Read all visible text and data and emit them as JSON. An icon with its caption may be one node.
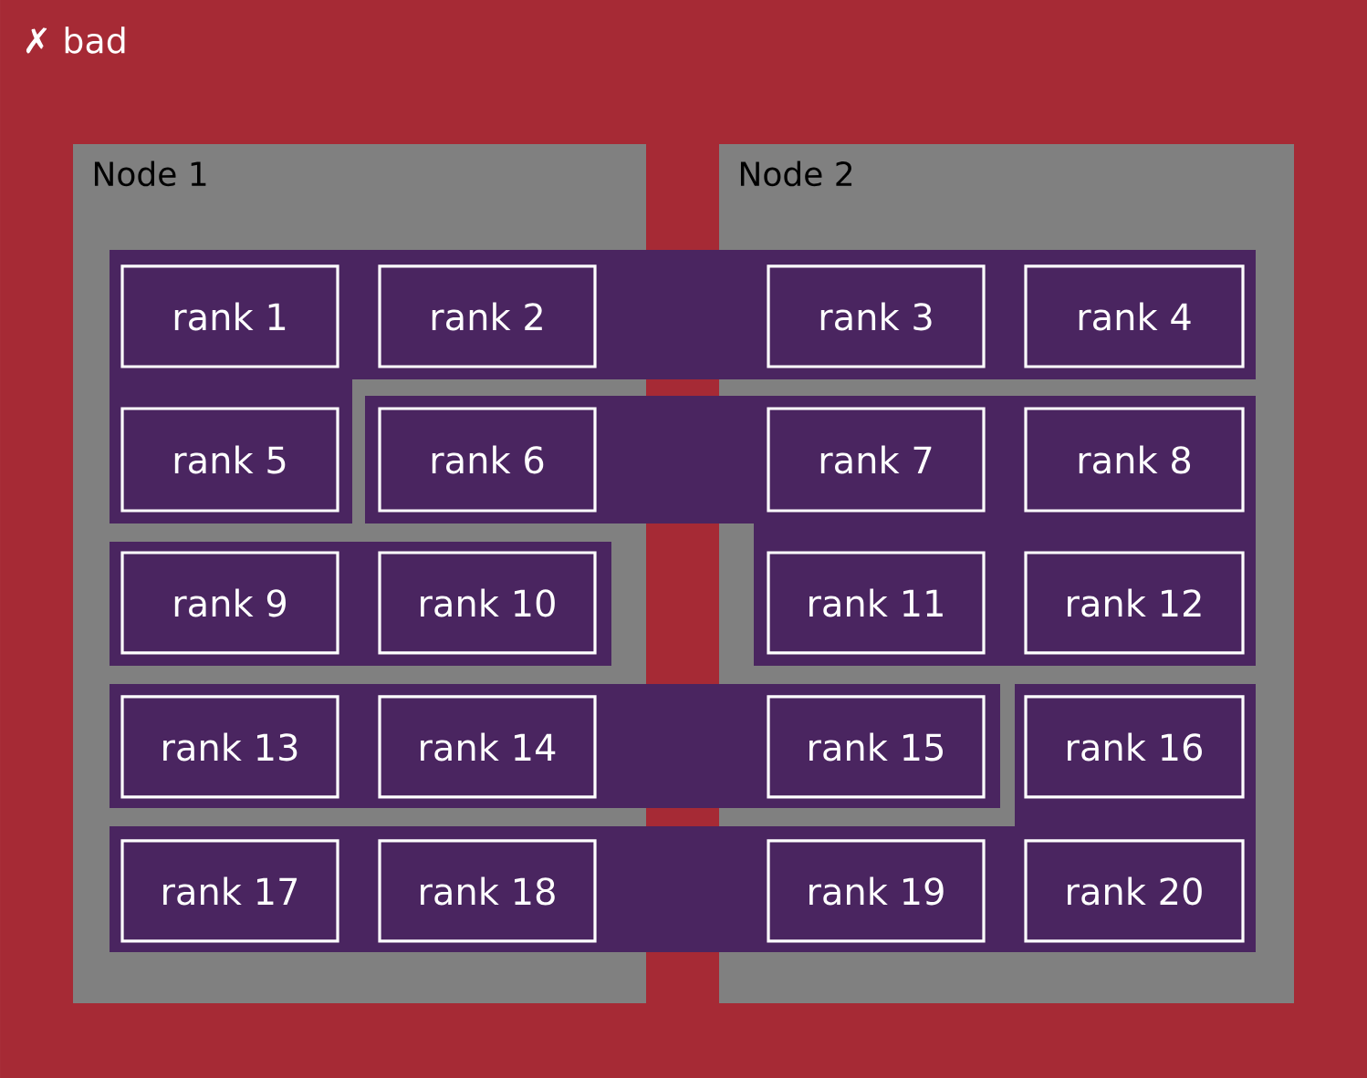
{
  "diagram": {
    "title": "✗ bad",
    "nodes": [
      {
        "text": [
          "Node 1"
        ]
      },
      {
        "text": [
          "Node 2"
        ]
      },
      {
        "text": [],
        "shape": "polygon"
      },
      {
        "text": [],
        "shape": "polygon"
      },
      {
        "text": [],
        "shape": "polygon",
        "in": 0
      },
      {
        "text": [],
        "shape": "polygon"
      },
      {
        "text": [],
        "shape": "polygon"
      },
      {
        "text": [
          "rank 1"
        ]
      },
      {
        "text": [
          "rank 2"
        ]
      },
      {
        "text": [
          "rank 3"
        ]
      },
      {
        "text": [
          "rank 4"
        ]
      },
      {
        "text": [
          "rank 5"
        ]
      },
      {
        "text": [
          "rank 6"
        ]
      },
      {
        "text": [
          "rank 7"
        ]
      },
      {
        "text": [
          "rank 8"
        ]
      },
      {
        "text": [
          "rank 9"
        ],
        "in": 4
      },
      {
        "text": [
          "rank 10"
        ],
        "in": 4
      },
      {
        "text": [
          "rank 11"
        ]
      },
      {
        "text": [
          "rank 12"
        ]
      },
      {
        "text": [
          "rank 13"
        ]
      },
      {
        "text": [
          "rank 14"
        ]
      },
      {
        "text": [
          "rank 15"
        ]
      },
      {
        "text": [
          "rank 16"
        ]
      },
      {
        "text": [
          "rank 17"
        ]
      },
      {
        "text": [
          "rank 18"
        ]
      },
      {
        "text": [
          "rank 19"
        ]
      },
      {
        "text": [
          "rank 20"
        ]
      }
    ]
  }
}
